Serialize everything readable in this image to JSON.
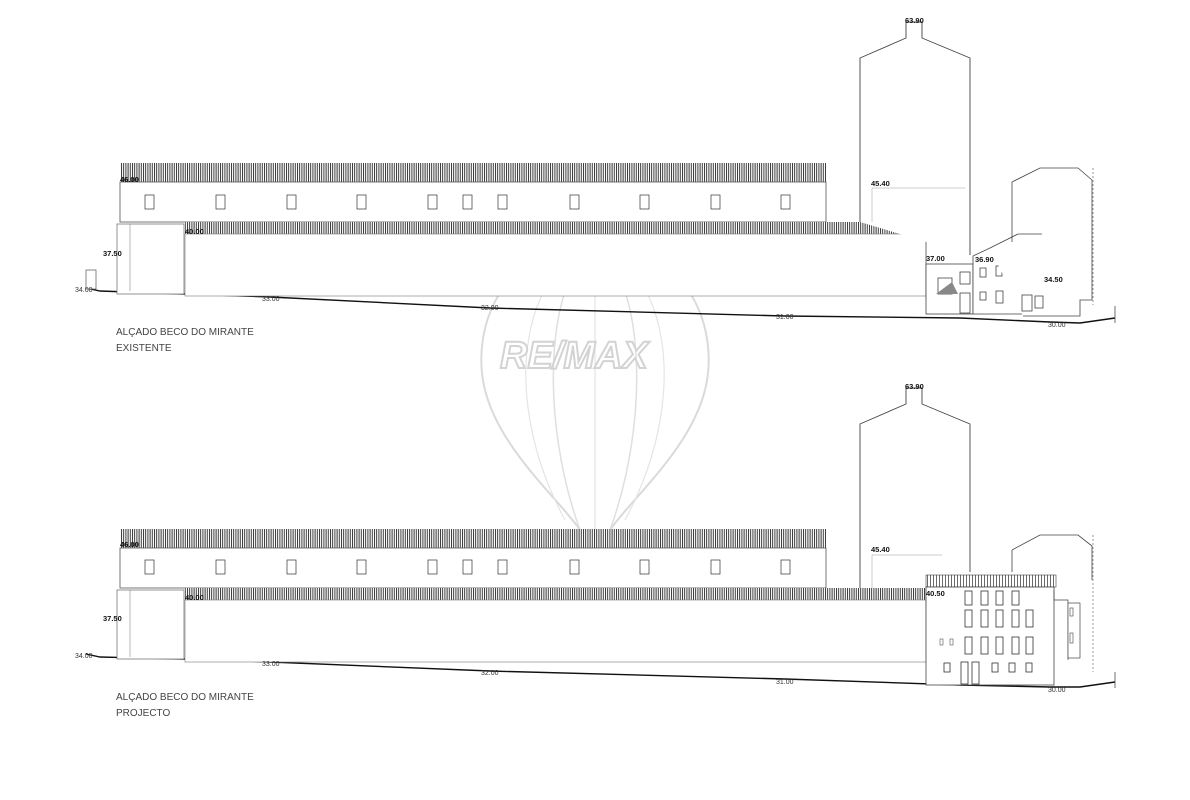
{
  "watermark": {
    "brand": "RE/MAX"
  },
  "elevations": [
    {
      "caption_line1": "ALÇADO BECO DO MIRANTE",
      "caption_line2": "EXISTENTE",
      "levels": {
        "tower_top": "63.90",
        "main_roof": "46.00",
        "tower_mid": "45.40",
        "lower_roof": "40.00",
        "left_wall": "37.50",
        "house_a": "37.00",
        "house_b": "36.90",
        "house_c": "34.50",
        "ground_left": "34.00",
        "ground_33": "33.00",
        "ground_32": "32.00",
        "ground_31": "31.00",
        "ground_30": "30.00"
      }
    },
    {
      "caption_line1": "ALÇADO BECO DO MIRANTE",
      "caption_line2": "PROJECTO",
      "levels": {
        "tower_top": "63.90",
        "main_roof": "46.00",
        "tower_mid": "45.40",
        "lower_roof": "40.00",
        "new_building": "40.50",
        "left_wall": "37.50",
        "ground_left": "34.00",
        "ground_33": "33.00",
        "ground_32": "32.00",
        "ground_31": "31.00",
        "ground_30": "30.00"
      }
    }
  ]
}
